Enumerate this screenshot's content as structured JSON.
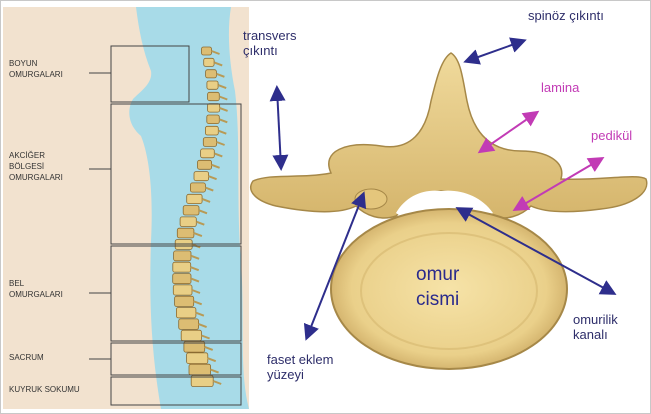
{
  "left_panel": {
    "regions": [
      {
        "id": "cervical",
        "lines": [
          "BOYUN",
          "OMURGALARI"
        ]
      },
      {
        "id": "thoracic",
        "lines": [
          "AKCİĞER",
          "BÖLGESİ",
          "OMURGALARI"
        ]
      },
      {
        "id": "lumbar",
        "lines": [
          "BEL",
          "OMURGALARI"
        ]
      },
      {
        "id": "sacrum",
        "lines": [
          "SACRUM"
        ]
      },
      {
        "id": "coccyx",
        "lines": [
          "KUYRUK SOKUMU"
        ]
      }
    ]
  },
  "right_panel": {
    "labels": {
      "transvers": [
        "transvers",
        "çıkıntı"
      ],
      "spinoz": "spinöz çıkıntı",
      "lamina": "lamina",
      "pedikul": "pedikül",
      "omur_cismi": [
        "omur",
        "cismi"
      ],
      "omurilik": [
        "omurilik",
        "kanalı"
      ],
      "faset": [
        "faset eklem",
        "yüzeyi"
      ]
    }
  },
  "colors": {
    "background_blue": "#a8dbe8",
    "skin": "#f2e2cf",
    "bone": "#e9cf86",
    "bone_dark": "#b89a55",
    "arrow_dark": "#2e2e8c",
    "arrow_pink": "#c23bb5"
  }
}
